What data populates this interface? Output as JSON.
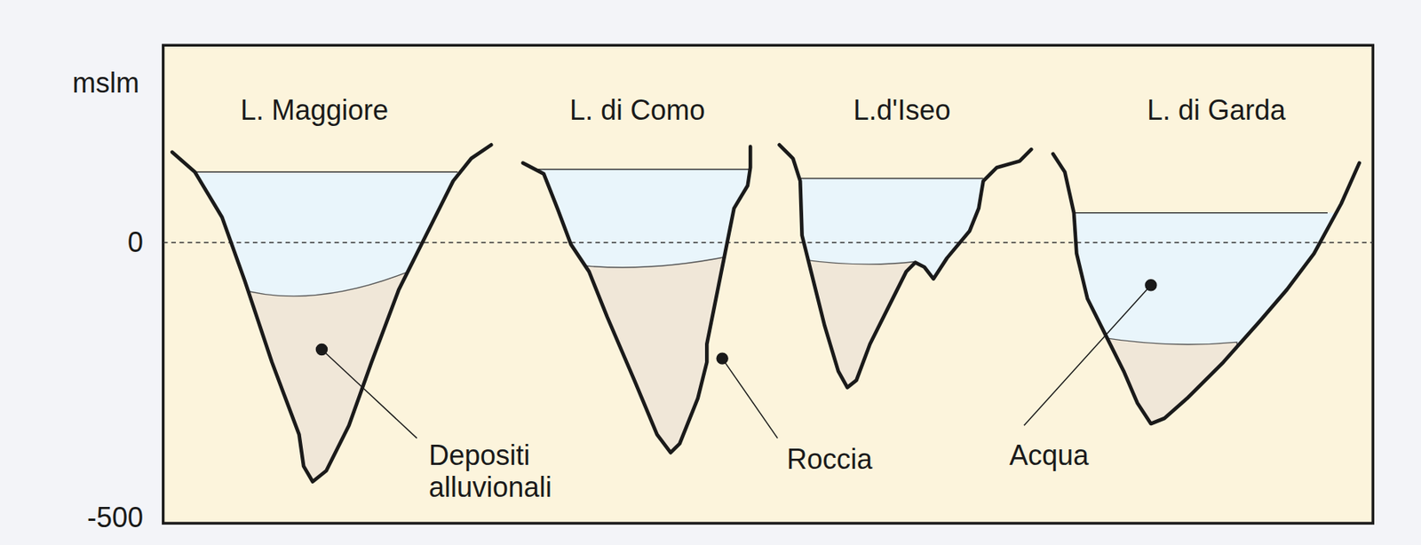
{
  "diagram": {
    "labels": [
      "mslm",
      "L. Maggiore",
      "L. di Como",
      "L.d'Iseo",
      "L. di Garda",
      "0",
      "-500",
      "Depositi alluvionali",
      "Roccia",
      "Acqua"
    ]
  }
}
